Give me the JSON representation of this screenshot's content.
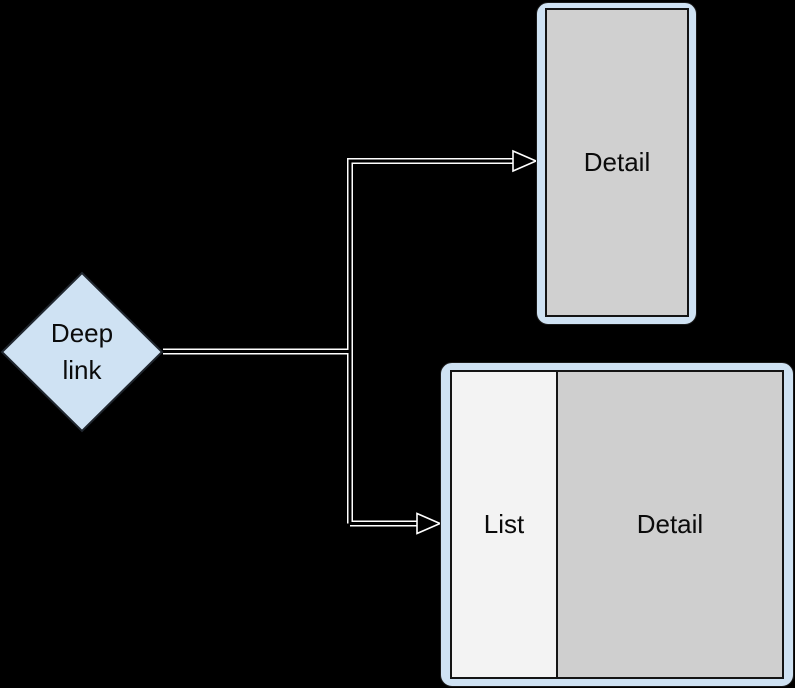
{
  "diagram": {
    "node": {
      "label_lines": [
        "Deep",
        "link"
      ],
      "shape": "diamond"
    },
    "detail_screen": {
      "label": "Detail"
    },
    "list_detail_screen": {
      "list_label": "List",
      "detail_label": "Detail"
    },
    "colors": {
      "background": "#000000",
      "frame_blue": "#cfe2f3",
      "panel_gray": "#d0d0d0",
      "panel_light": "#f3f3f3",
      "outline_dark": "#141414",
      "arrow_casing": "#ffffff",
      "text": "#0b0b0b"
    }
  }
}
